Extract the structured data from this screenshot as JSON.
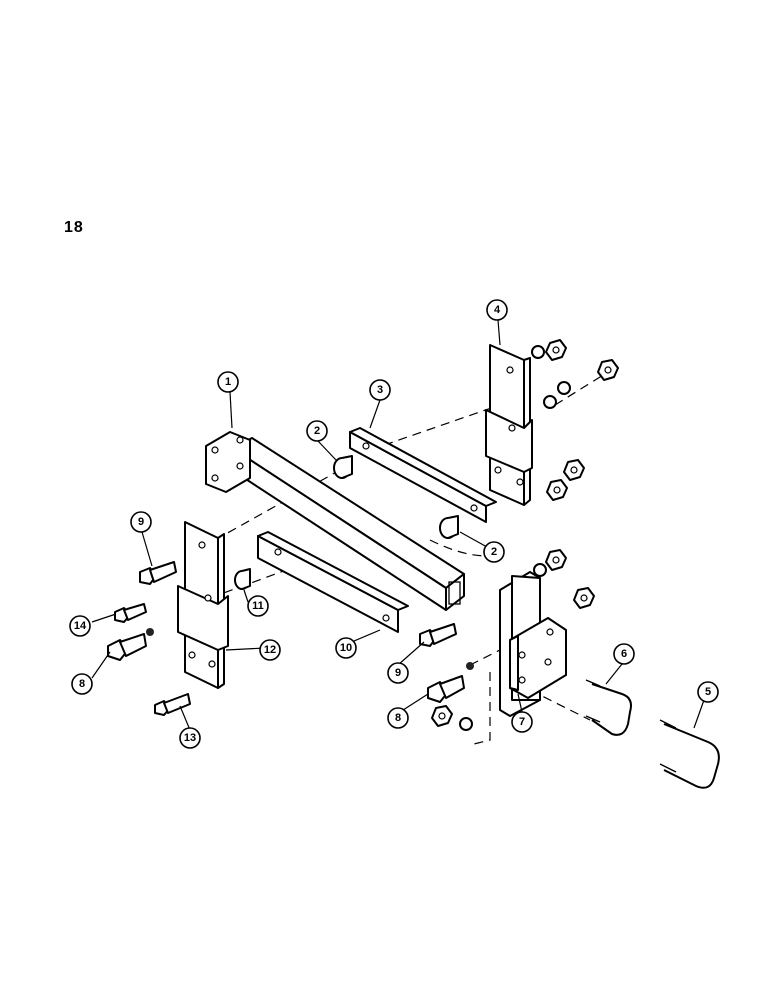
{
  "page_number": "18",
  "callouts": [
    {
      "key": "c1",
      "label": "1"
    },
    {
      "key": "c2a",
      "label": "2"
    },
    {
      "key": "c2b",
      "label": "2"
    },
    {
      "key": "c3",
      "label": "3"
    },
    {
      "key": "c4",
      "label": "4"
    },
    {
      "key": "c5",
      "label": "5"
    },
    {
      "key": "c6",
      "label": "6"
    },
    {
      "key": "c7",
      "label": "7"
    },
    {
      "key": "c8a",
      "label": "8"
    },
    {
      "key": "c8b",
      "label": "8"
    },
    {
      "key": "c9a",
      "label": "9"
    },
    {
      "key": "c9b",
      "label": "9"
    },
    {
      "key": "c10",
      "label": "10"
    },
    {
      "key": "c11",
      "label": "11"
    },
    {
      "key": "c12",
      "label": "12"
    },
    {
      "key": "c13",
      "label": "13"
    },
    {
      "key": "c14",
      "label": "14"
    }
  ]
}
